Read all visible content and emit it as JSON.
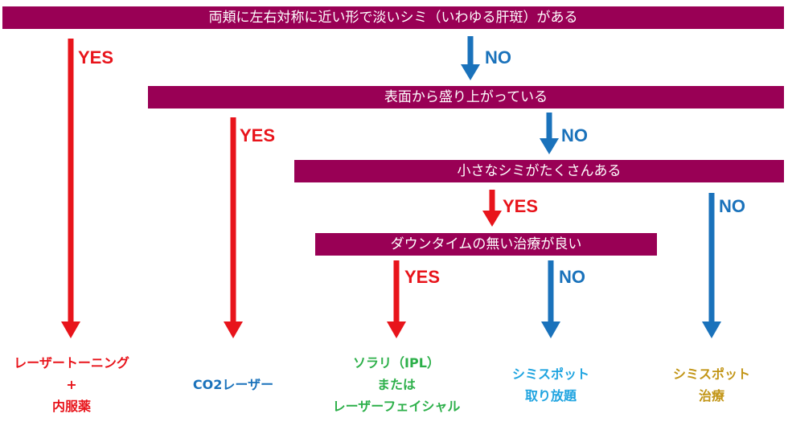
{
  "colors": {
    "bar": "#990055",
    "yes": "#e8141b",
    "no": "#1a72bb",
    "result_red": "#e8141b",
    "result_blue": "#1a72bb",
    "result_green": "#2db04a",
    "result_cyan": "#1fa4e0",
    "result_gold": "#c29516"
  },
  "questions": {
    "q1": "両頬に左右対称に近い形で淡いシミ（いわゆる肝斑）がある",
    "q2": "表面から盛り上がっている",
    "q3": "小さなシミがたくさんある",
    "q4": "ダウンタイムの無い治療が良い"
  },
  "answers": {
    "a1_yes": "YES",
    "a1_no": "NO",
    "a2_yes": "YES",
    "a2_no": "NO",
    "a3_yes": "YES",
    "a3_no": "NO",
    "a4_yes": "YES",
    "a4_no": "NO"
  },
  "results": {
    "r1": {
      "line1": "レーザートーニング",
      "line2": "+",
      "line3": "内服薬"
    },
    "r2": {
      "line1": "CO2レーザー"
    },
    "r3": {
      "line1": "ソラリ（IPL）",
      "line2": "または",
      "line3": "レーザーフェイシャル"
    },
    "r4": {
      "line1": "シミスポット",
      "line2": "取り放題"
    },
    "r5": {
      "line1": "シミスポット",
      "line2": "治療"
    }
  }
}
